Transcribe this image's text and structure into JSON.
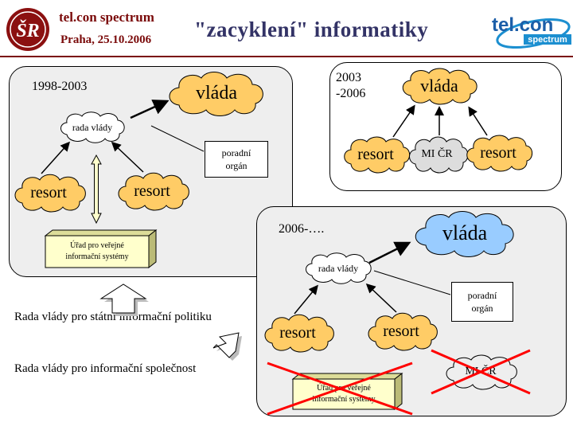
{
  "header": {
    "conference": "tel.con spectrum",
    "date": "Praha, 25.10.2006",
    "title": "\"zacyklení\" informatiky",
    "brand_top": "tel.con",
    "brand_bottom": "spectrum",
    "logo_monogram": "ŠR"
  },
  "panel_1998": {
    "period": "1998-2003",
    "vlada": "vláda",
    "rada_vlady": "rada vlády",
    "resort_left": "resort",
    "resort_right": "resort",
    "poradni_organ": "poradní\norgán",
    "urad": "Úřad pro veřejné\ninformační systémy"
  },
  "panel_2003": {
    "period": "2003\n-2006",
    "vlada": "vláda",
    "resort_left": "resort",
    "mi_cr": "MI ČR",
    "resort_right": "resort"
  },
  "panel_2006": {
    "period": "2006-….",
    "vlada": "vláda",
    "rada_vlady": "rada vlády",
    "resort_left": "resort",
    "resort_right": "resort",
    "poradni_organ": "poradní\norgán",
    "mi_cr": "MI ČR",
    "urad": "Úřad pro veřejné\ninformační systémy"
  },
  "labels": {
    "rada_sip": "Rada vlády pro státní informační politiku",
    "rada_is": "Rada vlády pro informační společnost"
  },
  "colors": {
    "orange_cloud": "#ffcc66",
    "blue_cloud": "#99ccff",
    "panel_fill": "#eeeeee",
    "cross_red": "#ff0000",
    "urad_fill": "#ffffcc",
    "header_text": "#7a0a0a",
    "title_text": "#333366"
  }
}
